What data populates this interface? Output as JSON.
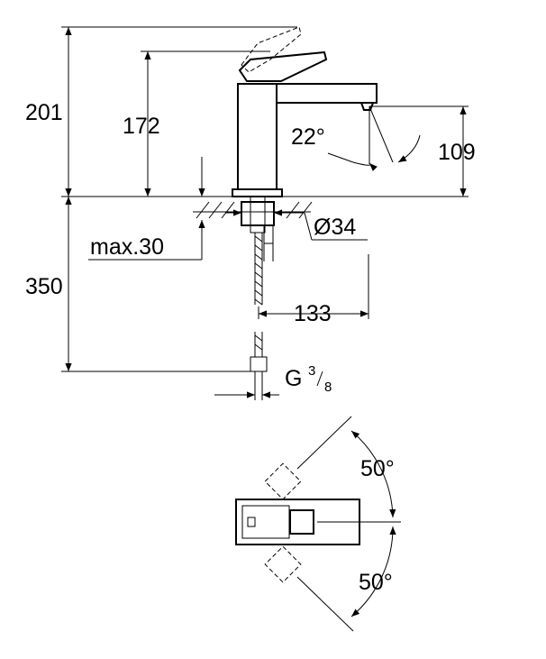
{
  "dimensions": {
    "total_height": "201",
    "lever_height": "172",
    "spout_height": "109",
    "spout_angle": "22°",
    "max_thickness": "max.30",
    "hole_diameter": "Ø34",
    "hose_length": "350",
    "spout_reach": "133",
    "thread_prefix": "G",
    "thread_num": "3",
    "thread_den": "8",
    "rotation_top": "50°",
    "rotation_bottom": "50°"
  }
}
